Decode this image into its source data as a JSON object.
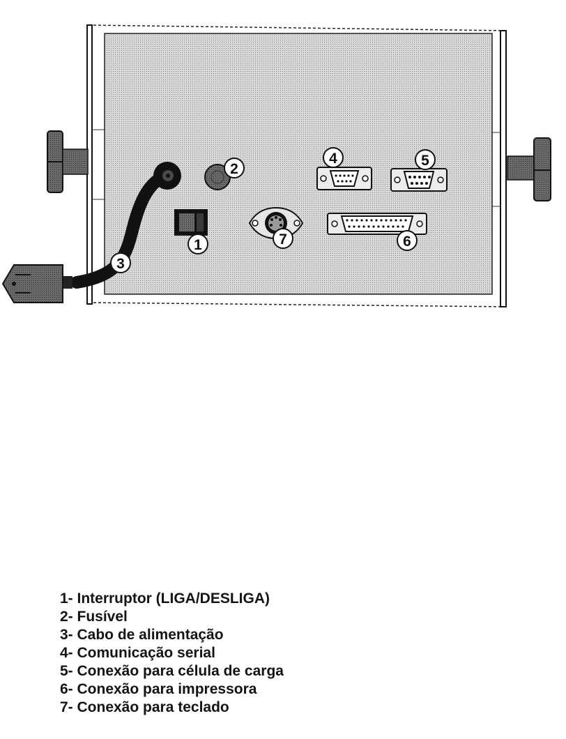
{
  "callouts": [
    {
      "id": "power-switch-callout",
      "number": "1"
    },
    {
      "id": "fuse-callout",
      "number": "2"
    },
    {
      "id": "power-cable-callout",
      "number": "3"
    },
    {
      "id": "serial-port-callout",
      "number": "4"
    },
    {
      "id": "load-cell-port-callout",
      "number": "5"
    },
    {
      "id": "printer-port-callout",
      "number": "6"
    },
    {
      "id": "keyboard-port-callout",
      "number": "7"
    }
  ],
  "legend": [
    "1- Interruptor (LIGA/DESLIGA)",
    "2- Fusível",
    "3- Cabo de alimentação",
    "4- Comunicação serial",
    "5- Conexão para célula de carga",
    "6- Conexão para impressora",
    "7- Conexão para teclado"
  ],
  "colors": {
    "panel": "#cfcfcf",
    "outline": "#111111",
    "knob": "#5e5e5e",
    "cable": "#111111"
  }
}
